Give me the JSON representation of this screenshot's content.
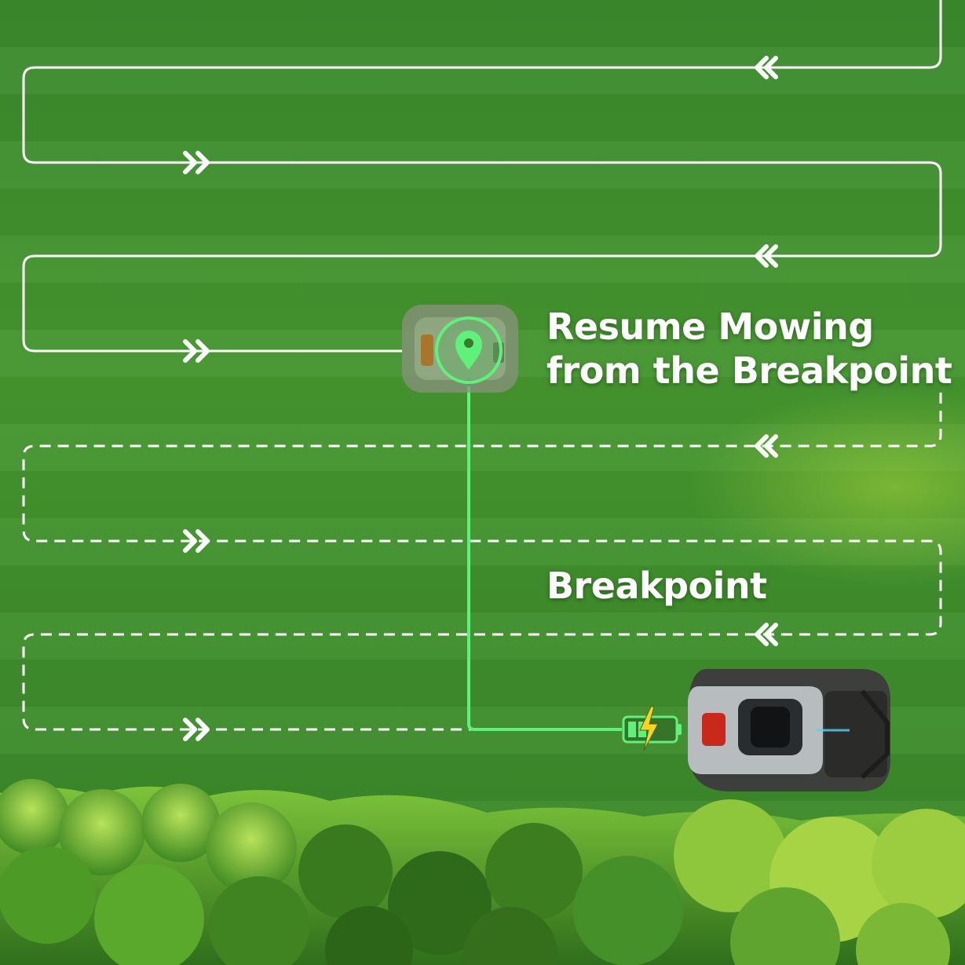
{
  "headline": {
    "line1": "Resume Mowing",
    "line2": "from the Breakpoint"
  },
  "breakpoint_label": "Breakpoint",
  "icons": {
    "location_pin": "map-pin-icon",
    "battery_charging": "battery-charging-icon",
    "direction_arrows": "chevron-double-icon"
  },
  "colors": {
    "grass": "#3f8a2a",
    "path_line": "#ffffff",
    "route_highlight": "#5ef27a",
    "charge_bolt": "#ffd21e",
    "mower_accent": "#e8321a"
  }
}
